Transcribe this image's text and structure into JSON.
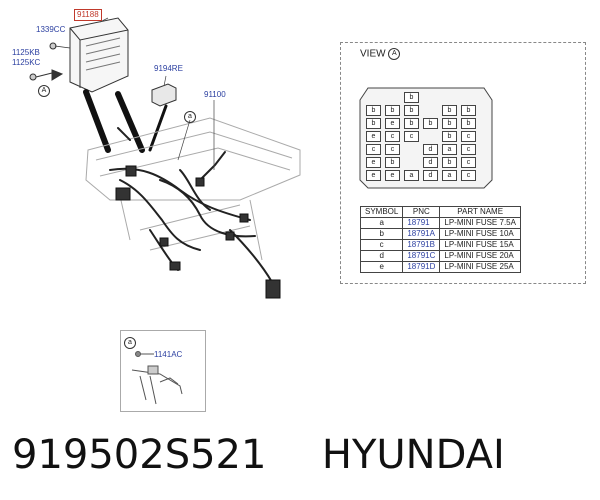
{
  "labels": {
    "part_main": "91188",
    "bolt1": "1339CC",
    "bolt2": "1125KB",
    "bolt3": "1125KC",
    "relay": "9194RE",
    "harness": "91100",
    "callout_a": "a",
    "view_callout": "A",
    "detail_part": "1141AC"
  },
  "view": {
    "title": "VIEW",
    "callout": "A",
    "fuse_rows": [
      [
        "",
        "",
        "b",
        "",
        "",
        ""
      ],
      [
        "b",
        "b",
        "b",
        "",
        "b",
        "b"
      ],
      [
        "b",
        "e",
        "b",
        "b",
        "b",
        "b"
      ],
      [
        "e",
        "c",
        "c",
        "",
        "b",
        "c"
      ],
      [
        "c",
        "c",
        "",
        "d",
        "a",
        "c"
      ],
      [
        "e",
        "b",
        "",
        "d",
        "b",
        "c"
      ],
      [
        "e",
        "e",
        "a",
        "d",
        "a",
        "c"
      ]
    ]
  },
  "parts_table": {
    "headers": [
      "SYMBOL",
      "PNC",
      "PART NAME"
    ],
    "rows": [
      {
        "symbol": "a",
        "pnc": "18791",
        "name": "LP-MINI FUSE 7.5A"
      },
      {
        "symbol": "b",
        "pnc": "18791A",
        "name": "LP-MINI FUSE 10A"
      },
      {
        "symbol": "c",
        "pnc": "18791B",
        "name": "LP-MINI FUSE 15A"
      },
      {
        "symbol": "d",
        "pnc": "18791C",
        "name": "LP-MINI FUSE 20A"
      },
      {
        "symbol": "e",
        "pnc": "18791D",
        "name": "LP-MINI FUSE 25A"
      }
    ]
  },
  "footer": {
    "part_number": "919502S521",
    "brand": "HYUNDAI"
  }
}
